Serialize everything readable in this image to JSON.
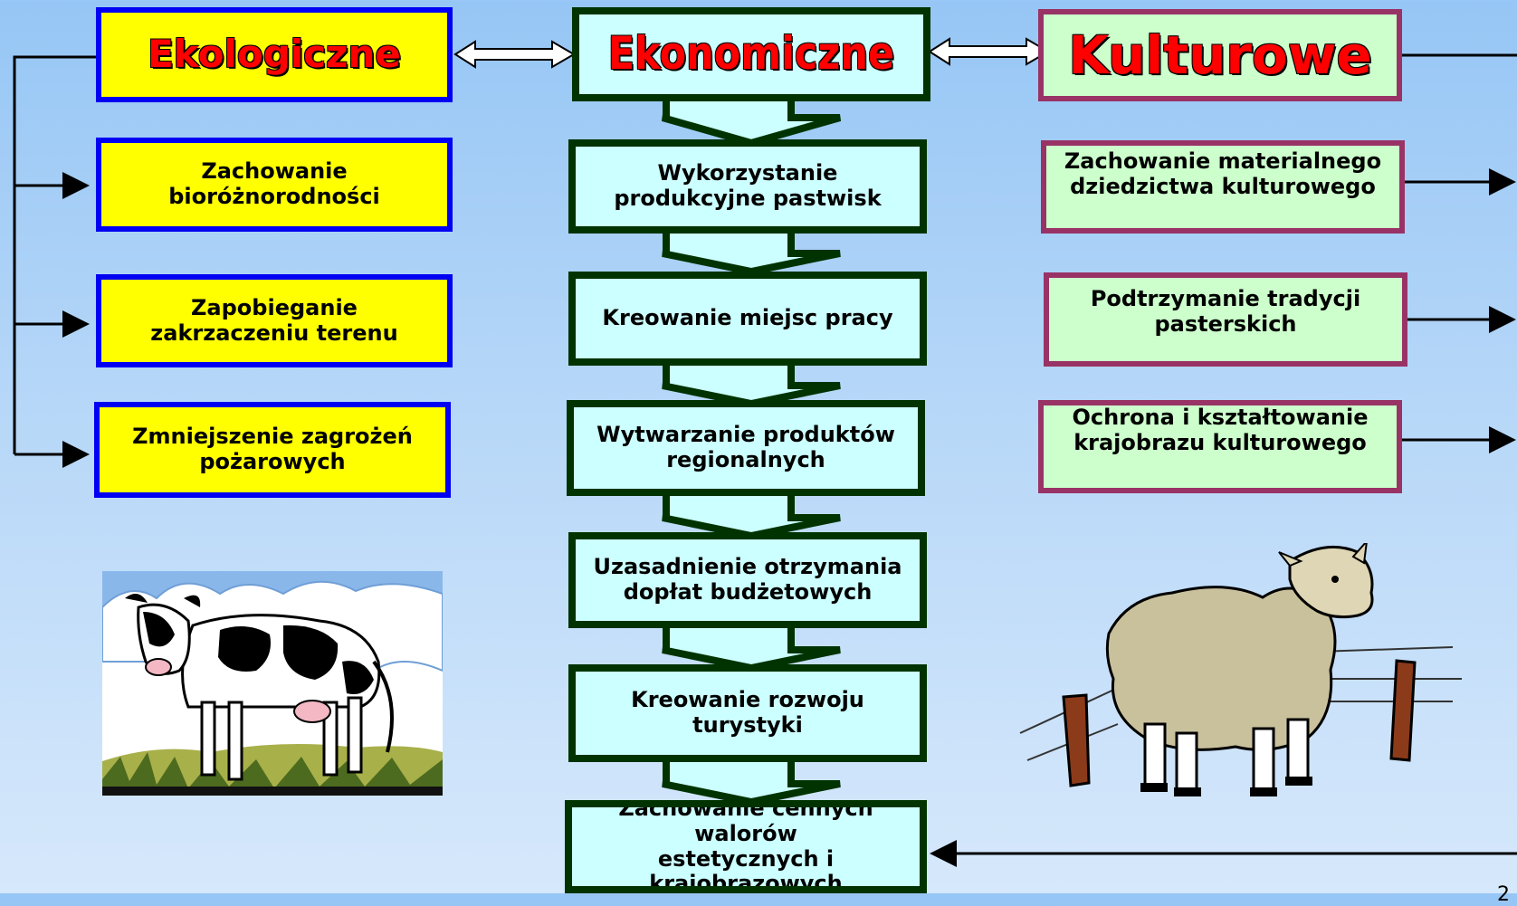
{
  "columns": {
    "ecological": {
      "title": "Ekologiczne",
      "items": [
        "Zachowanie bioróżnorodności",
        "Zapobieganie\nzakrzaczeniu terenu",
        "Zmniejszenie zagrożeń\npożarowych"
      ]
    },
    "economic": {
      "title": "Ekonomiczne",
      "items": [
        "Wykorzystanie\nprodukcyjne pastwisk",
        "Kreowanie miejsc pracy",
        "Wytwarzanie produktów\nregionalnych",
        "Uzasadnienie otrzymania\ndopłat budżetowych",
        "Kreowanie rozwoju turystyki",
        "Zachowanie cennych walorów\nestetycznych i krajobrazowych"
      ]
    },
    "cultural": {
      "title": "Kulturowe",
      "items": [
        "Zachowanie materialnego\ndziedzictwa kulturowego",
        "Podtrzymanie tradycji\npasterskich",
        "Ochrona i kształtowanie\nkrajobrazu kulturowego"
      ]
    }
  },
  "images": {
    "left": "cow-clipart",
    "right": "sheep-clipart"
  },
  "page_number": "2",
  "colors": {
    "eco_fill": "#ffff00",
    "eco_border": "#0000f2",
    "econ_fill": "#ccffff",
    "econ_border": "#003300",
    "cult_fill": "#ccffcc",
    "cult_border": "#993366",
    "title_text": "#ff0000"
  }
}
